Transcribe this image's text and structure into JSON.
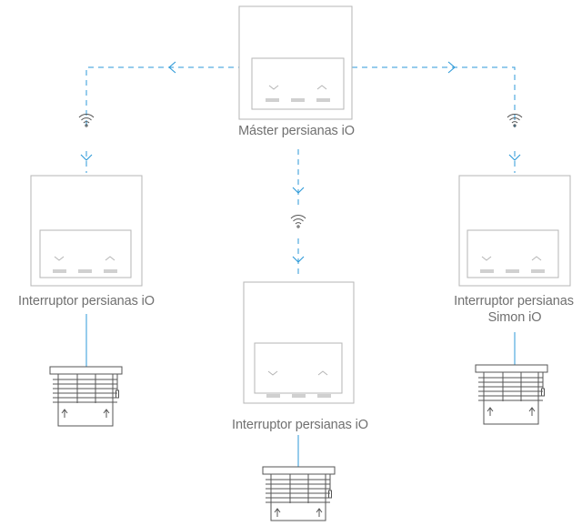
{
  "colors": {
    "device_stroke": "#b5b5b5",
    "button_fill": "#d0d0d0",
    "link_dashed": "#2d9ad8",
    "wire": "#2d9ad8",
    "label_text": "#707070",
    "blind_stroke": "#555555"
  },
  "icons": {
    "wireless": "wifi-signal-icon",
    "arrow": "chevron-arrow-icon"
  },
  "devices": {
    "master": {
      "label": "Máster persianas iO"
    },
    "left": {
      "label": "Interruptor persianas iO"
    },
    "center": {
      "label": "Interruptor persianas iO"
    },
    "right": {
      "label_line1": "Interruptor persianas",
      "label_line2": "Simon iO"
    }
  }
}
